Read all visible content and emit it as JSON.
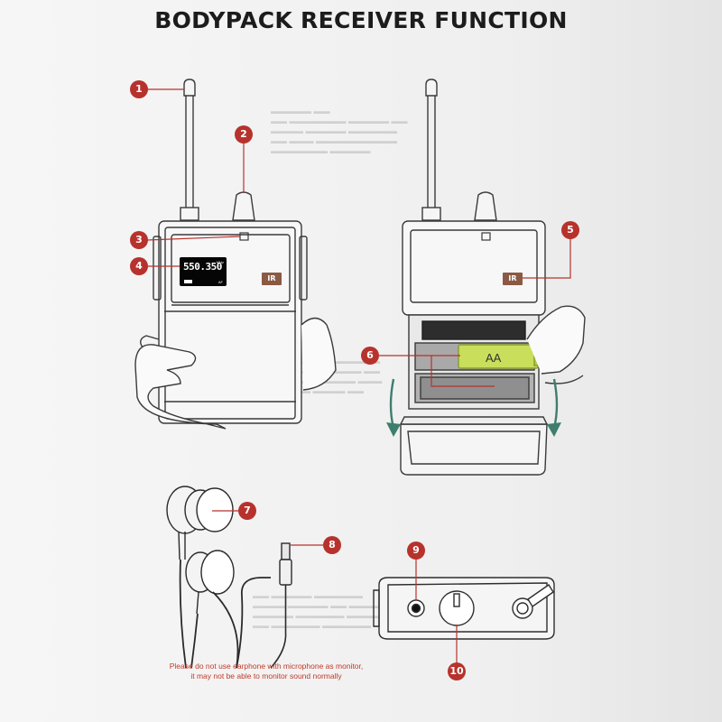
{
  "title": "BODYPACK RECEIVER FUNCTION",
  "callouts": [
    "1",
    "2",
    "3",
    "4",
    "5",
    "6",
    "7",
    "8",
    "9",
    "10"
  ],
  "display": {
    "frequency": "550.350",
    "unit": "MHz",
    "af_label": "AF"
  },
  "ir_label": "IR",
  "battery_label": "AA",
  "note": {
    "line1": "Please do not use earphone with microphone as monitor,",
    "line2": "it may not be able to monitor sound normally"
  },
  "colors": {
    "accent": "#b7322c",
    "ir_badge": "#8a5a44",
    "battery": "#c9de5a",
    "arrow": "#3f7d6d"
  }
}
